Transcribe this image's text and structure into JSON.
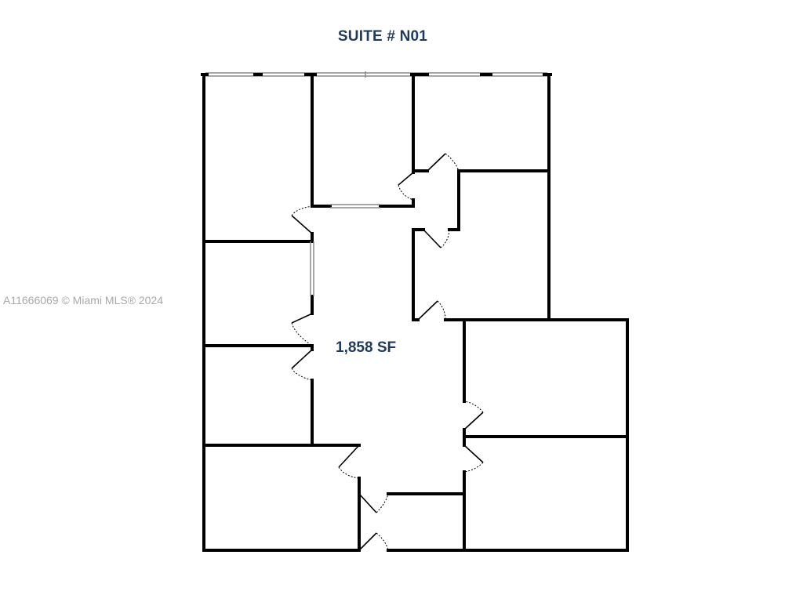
{
  "plan": {
    "title": "SUITE # N01",
    "area_label": "1,858 SF",
    "watermark": "A11666069 © Miami MLS® 2024"
  },
  "colors": {
    "title_text": "#1f3b5c",
    "area_text": "#1f3b5c",
    "watermark_text": "#a9a9a9",
    "walls": "#000000",
    "windows": "#8a8a8a"
  }
}
